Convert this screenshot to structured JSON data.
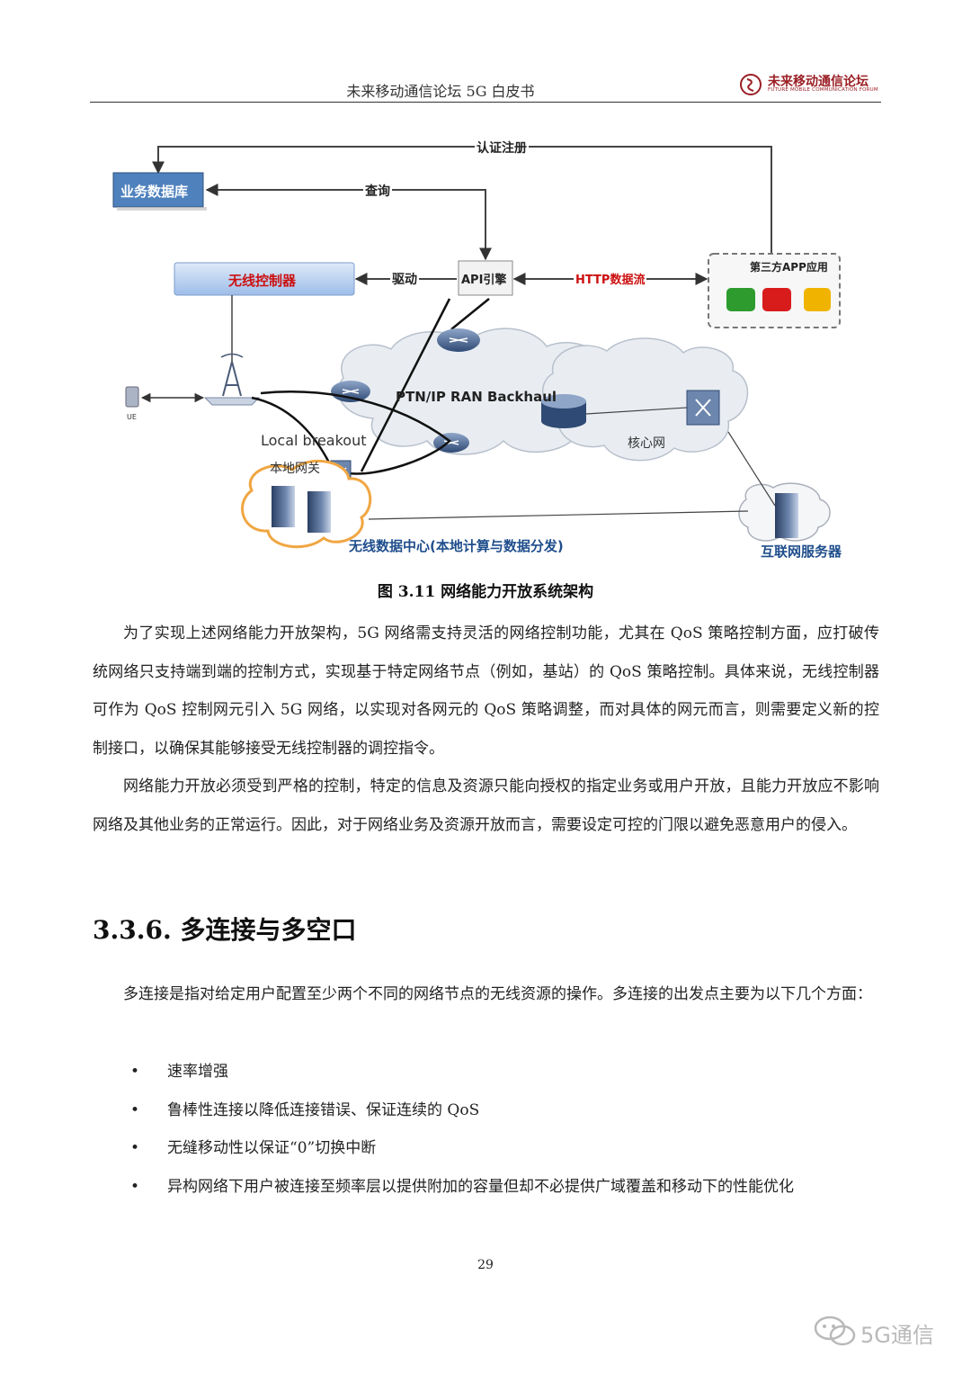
{
  "header": {
    "title": "未来移动通信论坛 5G 白皮书",
    "logo_name": "未来移动通信论坛",
    "logo_subtitle": "FUTURE MOBILE COMMUNICATION FORUM"
  },
  "diagram": {
    "labels": {
      "auth_register": "认证注册",
      "business_db": "业务数据库",
      "query": "查询",
      "wireless_controller": "无线控制器",
      "drive": "驱动",
      "api_engine": "API引擎",
      "http_flow": "HTTP数据流",
      "third_party_app": "第三方APP应用",
      "backhaul": "PTN/IP RAN Backhaul",
      "core_network": "核心网",
      "local_breakout": "Local breakout",
      "local_gateway": "本地网关",
      "ue": "UE",
      "wireless_dc": "无线数据中心(本地计算与数据分发)",
      "internet_server": "互联网服务器"
    },
    "colors": {
      "db_box": "#4f81bd",
      "controller_box": "#bcd3f0",
      "controller_text": "#cc1010",
      "http_text": "#cc1010",
      "dc_text": "#1f4e8c",
      "app_green": "#2e9b2e",
      "app_red": "#d81b1b",
      "app_yellow": "#f0b400"
    }
  },
  "figure_caption": "图 3.11  网络能力开放系统架构",
  "paragraphs": [
    "为了实现上述网络能力开放架构，5G 网络需支持灵活的网络控制功能，尤其在 QoS 策略控制方面，应打破传统网络只支持端到端的控制方式，实现基于特定网络节点（例如，基站）的 QoS 策略控制。具体来说，无线控制器可作为 QoS 控制网元引入 5G 网络，以实现对各网元的 QoS 策略调整，而对具体的网元而言，则需要定义新的控制接口，以确保其能够接受无线控制器的调控指令。",
    "网络能力开放必须受到严格的控制，特定的信息及资源只能向授权的指定业务或用户开放，且能力开放应不影响网络及其他业务的正常运行。因此，对于网络业务及资源开放而言，需要设定可控的门限以避免恶意用户的侵入。"
  ],
  "section": {
    "title": "3.3.6. 多连接与多空口",
    "intro": "多连接是指对给定用户配置至少两个不同的网络节点的无线资源的操作。多连接的出发点主要为以下几个方面：",
    "bullet_symbol": "•",
    "bullets": [
      "速率增强",
      "鲁棒性连接以降低连接错误、保证连续的 QoS",
      "无缝移动性以保证“0”切换中断",
      "异构网络下用户被连接至频率层以提供附加的容量但却不必提供广域覆盖和移动下的性能优化"
    ]
  },
  "page_number": "29",
  "watermark": "5G通信"
}
